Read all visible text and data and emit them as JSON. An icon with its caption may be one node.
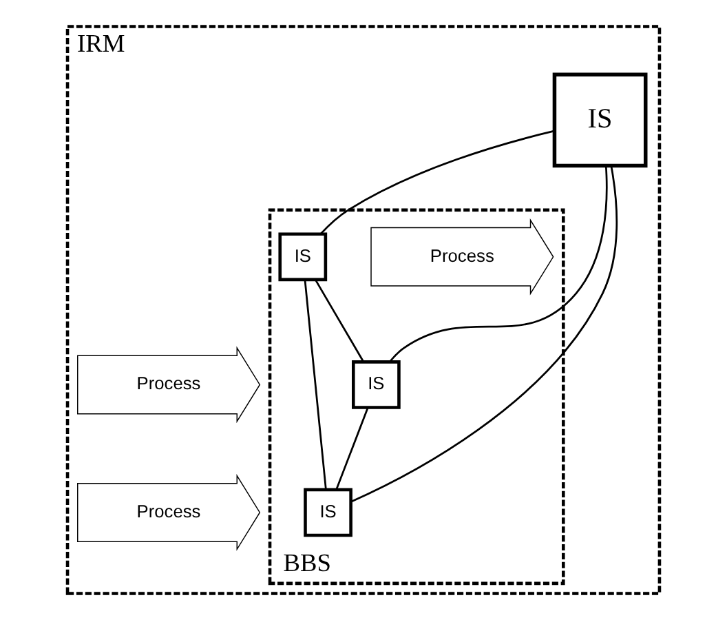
{
  "diagram": {
    "nodes": [
      {
        "text": [
          "IRM"
        ]
      },
      {
        "text": [
          "IS"
        ],
        "in": 0
      },
      {
        "text": [
          "BBS"
        ],
        "in": 0
      },
      {
        "text": [
          "IS"
        ],
        "in": 2
      },
      {
        "text": [
          "IS"
        ],
        "in": 2
      },
      {
        "text": [
          "IS"
        ],
        "in": 2
      },
      {
        "text": [
          "Process"
        ],
        "in": 2
      },
      {
        "text": [
          "Process"
        ],
        "in": 0
      },
      {
        "text": [
          "Process"
        ],
        "in": 0
      }
    ],
    "edges": [
      {
        "from": 1,
        "to": 3,
        "arrow": "none"
      },
      {
        "from": 1,
        "to": 4,
        "arrow": "none"
      },
      {
        "from": 1,
        "to": 5,
        "arrow": "none"
      },
      {
        "from": 3,
        "to": 4,
        "arrow": "none"
      },
      {
        "from": 3,
        "to": 5,
        "arrow": "none"
      },
      {
        "from": 4,
        "to": 5,
        "arrow": "none"
      }
    ]
  }
}
